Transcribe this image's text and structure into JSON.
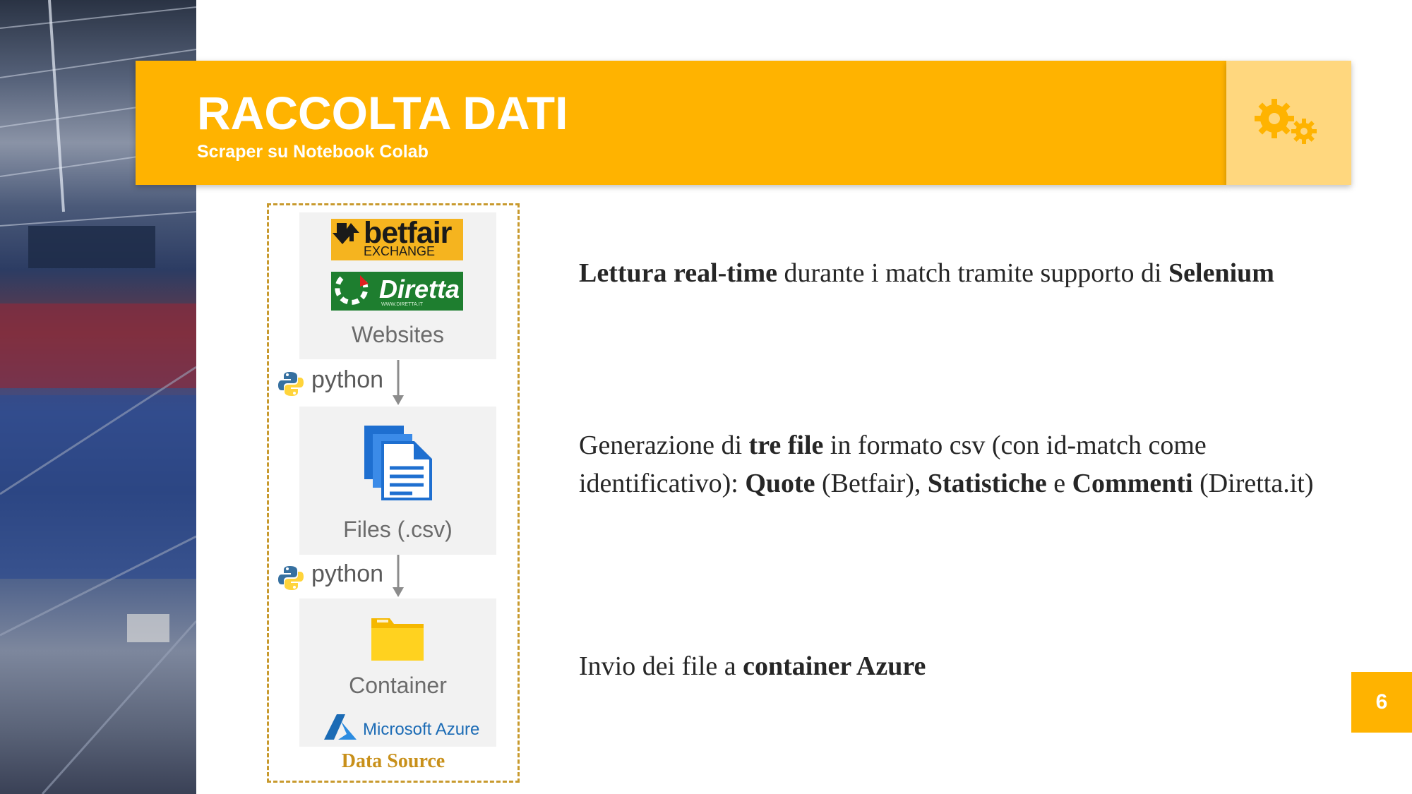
{
  "header": {
    "title": "RACCOLTA DATI",
    "subtitle": "Scraper su Notebook Colab",
    "icon": "gears-icon"
  },
  "diagram": {
    "sources": {
      "betfair_word": "betfair",
      "betfair_sub": "EXCHANGE",
      "diretta_word": "Diretta",
      "diretta_sub": "WWW.DIRETTA.IT",
      "label": "Websites"
    },
    "step1_tool": "python",
    "files": {
      "label": "Files (.csv)",
      "icon": "documents-icon"
    },
    "step2_tool": "python",
    "container": {
      "label": "Container",
      "icon": "folder-icon",
      "provider": "Microsoft Azure"
    },
    "caption": "Data Source",
    "colors": {
      "frame": "#C89A2E",
      "box": "#F2F2F2",
      "caption": "#C8901A"
    }
  },
  "points": [
    {
      "b1": "Lettura real-time",
      "t1": " durante i match tramite supporto di ",
      "b2": "Selenium"
    },
    {
      "t1": "Generazione di ",
      "b1": "tre file",
      "t2": " in formato csv (con id-match come identificativo): ",
      "b2": "Quote",
      "t3": " (Betfair), ",
      "b3": "Statistiche",
      "t4": " e ",
      "b4": "Commenti",
      "t5": " (Diretta.it)"
    },
    {
      "t1": "Invio dei file a ",
      "b1": "container Azure"
    }
  ],
  "page_number": "6",
  "colors": {
    "accent": "#FFB300",
    "accent_light": "#FFD77E",
    "text": "#262626"
  }
}
